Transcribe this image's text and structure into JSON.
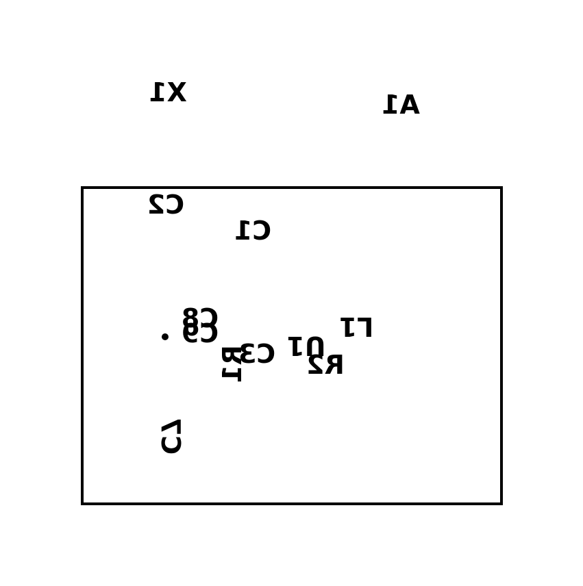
{
  "labels": {
    "x1": "X1",
    "a1": "A1",
    "c2": "C2",
    "c1": "C1",
    "c8": "C8",
    "c9": "C9",
    "c3": "C3",
    "r1": "R1",
    "u1": "U1",
    "r2": "R2",
    "l1": "L1",
    "c7": "C7"
  },
  "colors": {
    "stroke": "#000000",
    "background": "#ffffff"
  }
}
